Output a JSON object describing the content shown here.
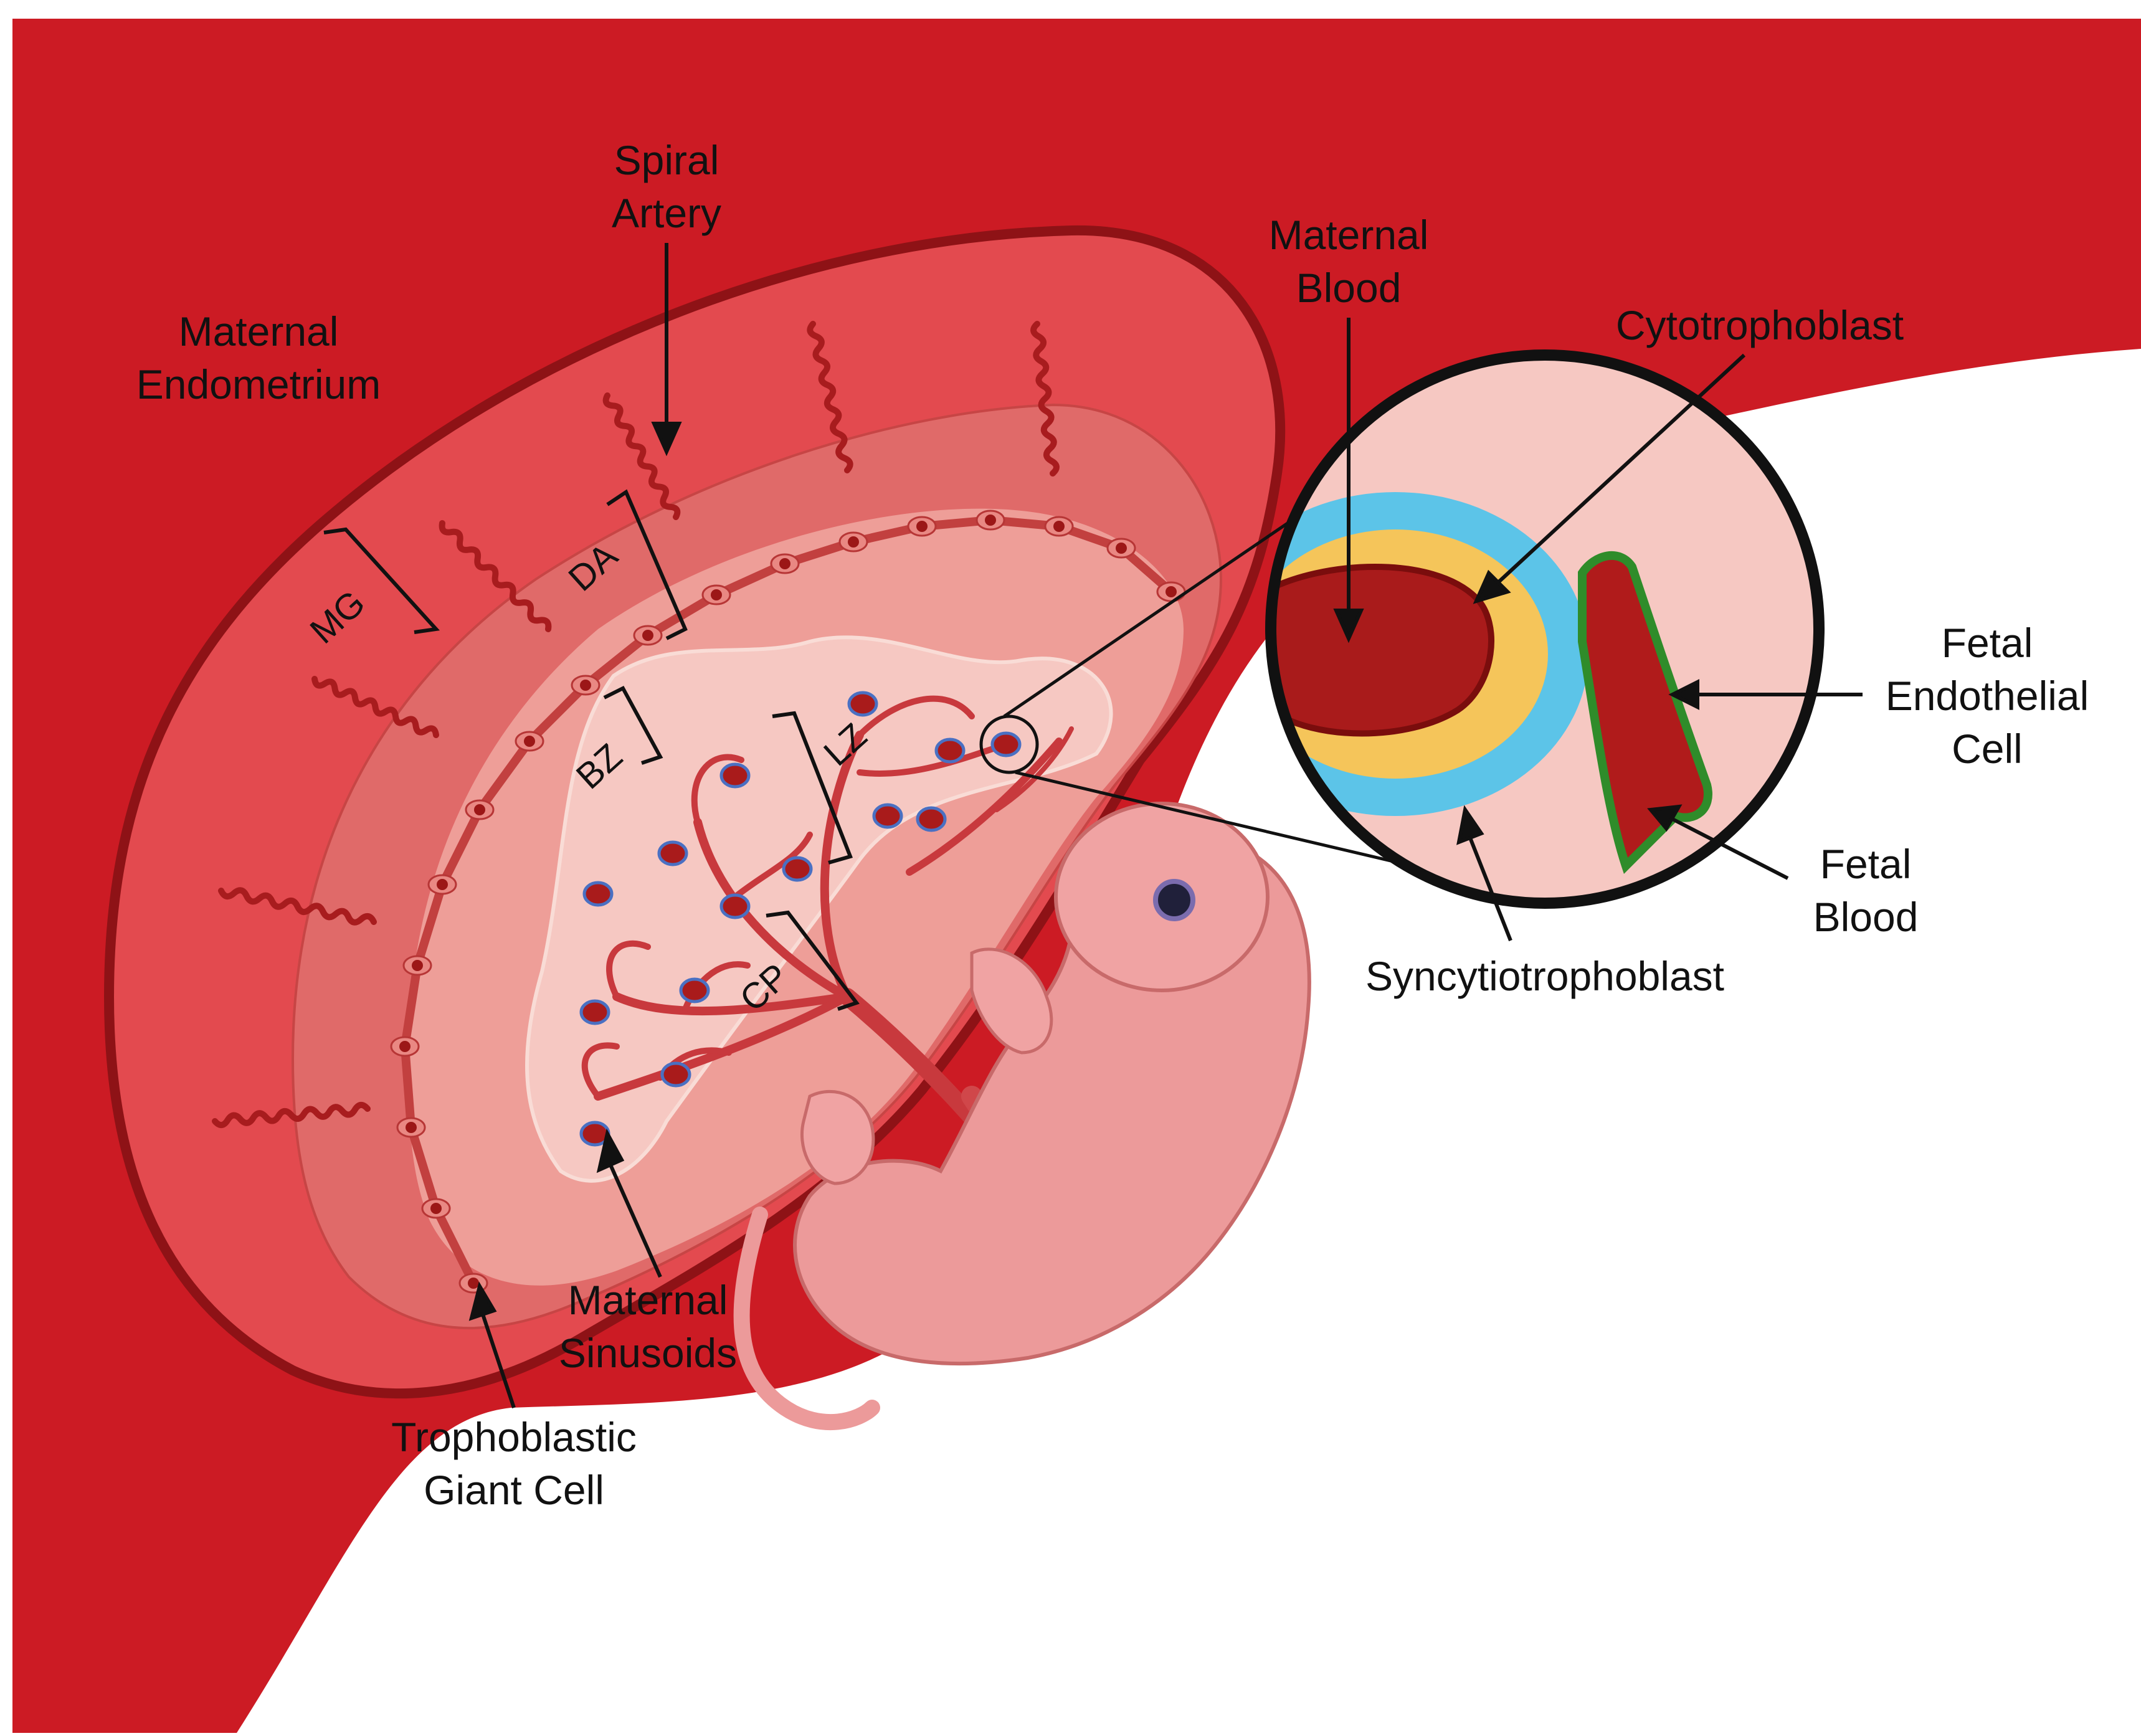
{
  "labels": {
    "spiral_artery": [
      "Spiral",
      "Artery"
    ],
    "maternal_endometrium": [
      "Maternal",
      "Endometrium"
    ],
    "maternal_blood": [
      "Maternal",
      "Blood"
    ],
    "cytotrophoblast": "Cytotrophoblast",
    "fetal_endothelial_cell": [
      "Fetal",
      "Endothelial",
      "Cell"
    ],
    "fetal_blood": [
      "Fetal",
      "Blood"
    ],
    "syncytiotrophoblast": "Syncytiotrophoblast",
    "maternal_sinusoids": [
      "Maternal",
      "Sinusoids"
    ],
    "trophoblastic_giant_cell": [
      "Trophoblastic",
      "Giant Cell"
    ]
  },
  "zones": {
    "mg": "MG",
    "da": "DA",
    "bz": "BZ",
    "lz": "LZ",
    "cp": "CP"
  },
  "colors": {
    "uterus_wall": "#cc1b24",
    "endometrium_outer": "#e34a4f",
    "decidua": "#e06a69",
    "junctional": "#ee9e98",
    "labyrinth": "#f6c8c2",
    "maternal_blood": "#a91b1b",
    "cytotrophoblast": "#f5c55a",
    "syncytiotrophoblast": "#5cc4e8",
    "fetal_endothelium": "#2f8c2a",
    "pup_skin": "#ec9a9a"
  }
}
